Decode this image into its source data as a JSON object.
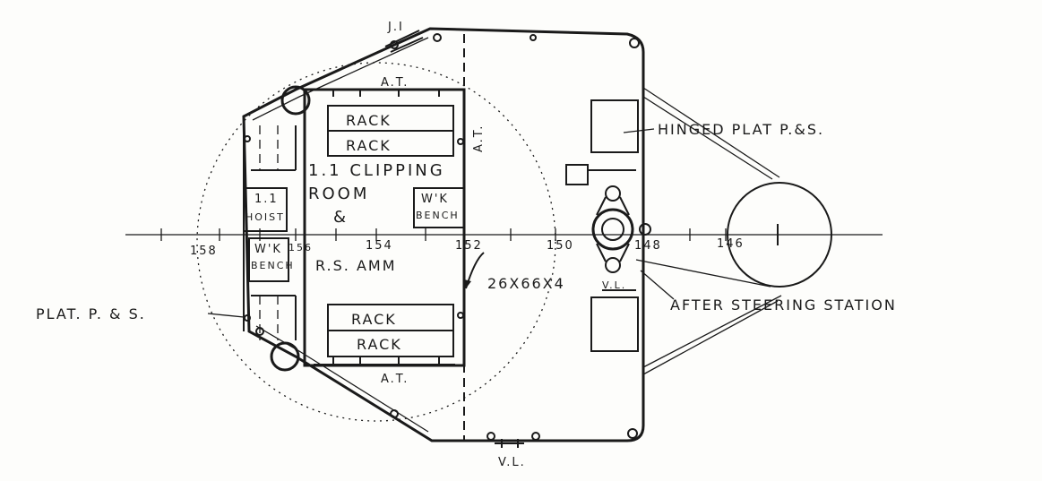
{
  "labels": {
    "top_gun": "J.I",
    "bottom_gun": "V.L.",
    "at_top": "A.T.",
    "at_bottom": "A.T.",
    "at_side": "A.T.",
    "rack_1": "RACK",
    "rack_2": "RACK",
    "rack_3": "RACK",
    "rack_4": "RACK",
    "clipping_room_line1": "1.1 CLIPPING",
    "clipping_room_line2": "ROOM",
    "clipping_room_amp": "&",
    "rs_amm": "R.S. AMM",
    "hoist_line1": "1.1",
    "hoist_line2": "HOIST",
    "wk_bench_right_line1": "W'K",
    "wk_bench_right_line2": "BENCH",
    "wk_bench_left_line1": "W'K",
    "wk_bench_left_line2": "BENCH",
    "hinged_plat": "HINGED PLAT P.&S.",
    "plat_ps": "PLAT. P. & S.",
    "after_steering": "AFTER STEERING STATION",
    "door_size": "26X66X4",
    "vl_center": "V.L.",
    "frame_158": "158",
    "frame_156": "156",
    "frame_154": "154",
    "frame_152": "152",
    "frame_150": "150",
    "frame_148": "148",
    "frame_146": "146"
  }
}
